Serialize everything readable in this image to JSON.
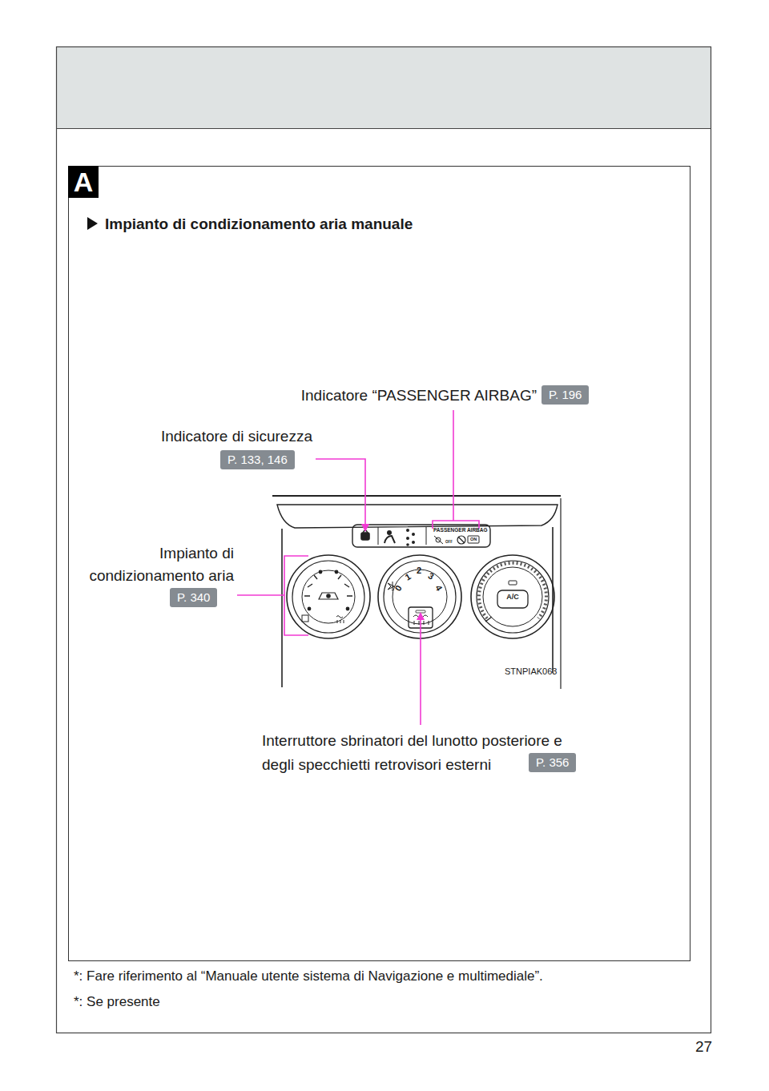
{
  "diagram": {
    "title": "Impianto di condizionamento aria manuale",
    "nodes": [
      {
        "text": [
          "A"
        ]
      },
      {
        "text": [
          "P. 196"
        ]
      },
      {
        "text": [
          "P. 133, 146"
        ]
      },
      {
        "text": [
          "P. 340"
        ]
      },
      {
        "text": [
          "P. 356"
        ]
      }
    ],
    "labels": [
      "Indicatore “PASSENGER AIRBAG”",
      "Indicatore di sicurezza",
      "Impianto di condizionamento aria",
      "Interruttore sbrinatori del lunotto posteriore e degli specchietti retrovisori esterni",
      "PASSENGER AIRBAG",
      "OFF",
      "ON",
      "0",
      "1",
      "2",
      "3",
      "4",
      "A/C",
      "STNPIAK063",
      "*: Fare riferimento al “Manuale utente sistema di Navigazione e multimediale”.",
      "*: Se presente",
      "27"
    ]
  }
}
